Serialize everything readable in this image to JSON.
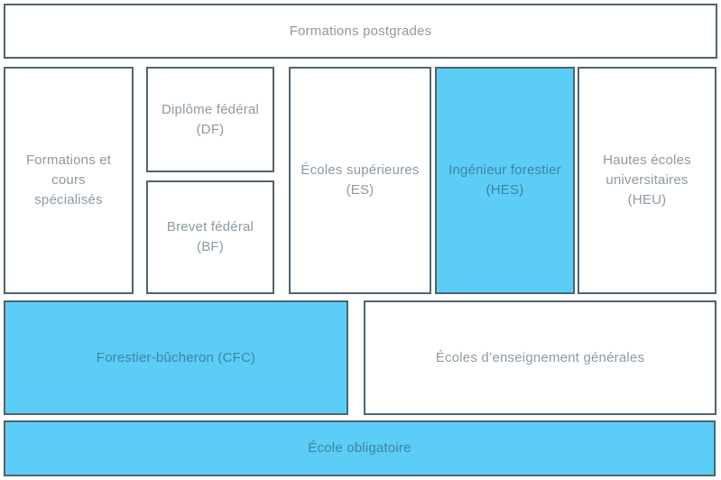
{
  "colors": {
    "highlight_fill": "#5bcdf7",
    "box_border": "#50636e",
    "label_text": "rgba(45,70,88,0.55)"
  },
  "boxes": {
    "postgrades": {
      "label": "Formations postgrades",
      "highlighted": false
    },
    "formations_cours": {
      "label": "Formations et cours\nspécialisés",
      "highlighted": false
    },
    "diplome_federal": {
      "label": "Diplôme fédéral\n(DF)",
      "highlighted": false
    },
    "brevet_federal": {
      "label": "Brevet fédéral (BF)",
      "highlighted": false
    },
    "ecoles_superieures": {
      "label": "Écoles supérieures\n(ES)",
      "highlighted": false
    },
    "ingenieur_forestier": {
      "label": "Ingénieur forestier\n(HES)",
      "highlighted": true
    },
    "hautes_ecoles": {
      "label": "Hautes écoles\nuniversitaires\n(HEU)",
      "highlighted": false
    },
    "forestier_bucheron": {
      "label": "Forestier-bûcheron (CFC)",
      "highlighted": true
    },
    "ecoles_enseignement": {
      "label": "Écoles d’enseignement générales",
      "highlighted": false
    },
    "ecole_obligatoire": {
      "label": "École obligatoire",
      "highlighted": true
    }
  }
}
